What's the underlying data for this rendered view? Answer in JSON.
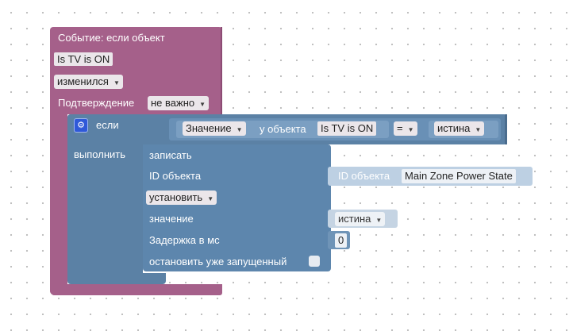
{
  "event_block": {
    "title": "Событие: если объект",
    "object_id": "Is TV is ON",
    "trigger": "изменился",
    "confirm_label": "Подтверждение",
    "confirm_value": "не важно"
  },
  "if_block": {
    "if_label": "если",
    "do_label": "выполнить",
    "condition_left": "Значение",
    "of_object": "у объекта",
    "object_id": "Is TV is ON",
    "operator": "=",
    "value": "истина"
  },
  "write_block": {
    "title": "записать",
    "object_label": "ID объекта",
    "object_field_label": "ID объекта",
    "object_value": "Main Zone Power State",
    "mode": "установить",
    "value_label": "значение",
    "value": "истина",
    "delay_label": "Задержка в мс",
    "delay_value": "0",
    "stop_label": "остановить уже запущенный"
  },
  "icons": {
    "gear": "gear-icon",
    "dropdown": "dropdown-arrow-icon"
  },
  "colors": {
    "event": "#a5608a",
    "logic": "#5b81a5",
    "action": "#5d86ad",
    "plate": "#ebe6ea"
  }
}
